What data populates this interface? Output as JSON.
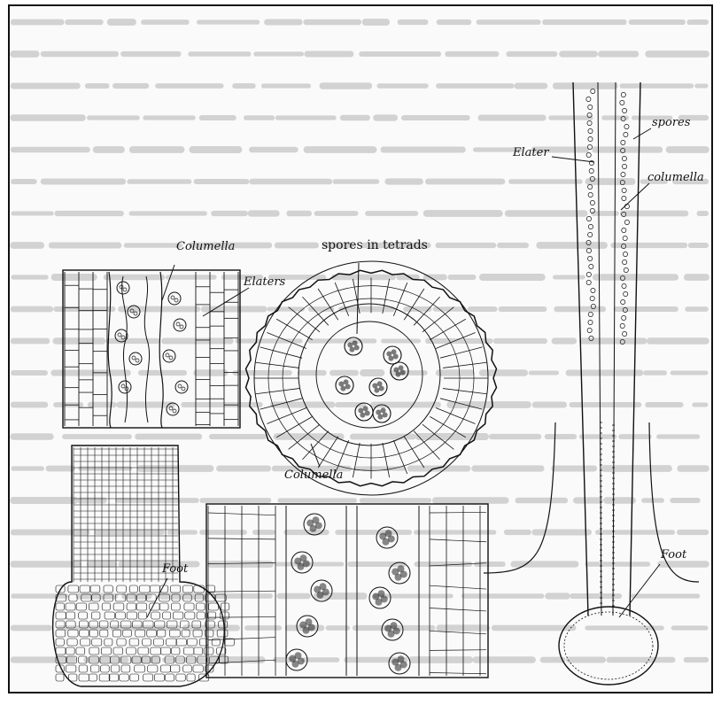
{
  "labels": {
    "columella_top_left": "Columella",
    "elaters_left": "Elaters",
    "spores_in_tetrads": "spores in tetrads",
    "columella_cross_section": "Columella",
    "foot_left": "Foot",
    "elater_right": "Elater",
    "spores_right": "spores",
    "columella_right": "columella",
    "foot_right": "Foot"
  },
  "colors": {
    "ink": "#111111",
    "paper": "#fafafa",
    "bleed_text": "#d2d2d2"
  }
}
